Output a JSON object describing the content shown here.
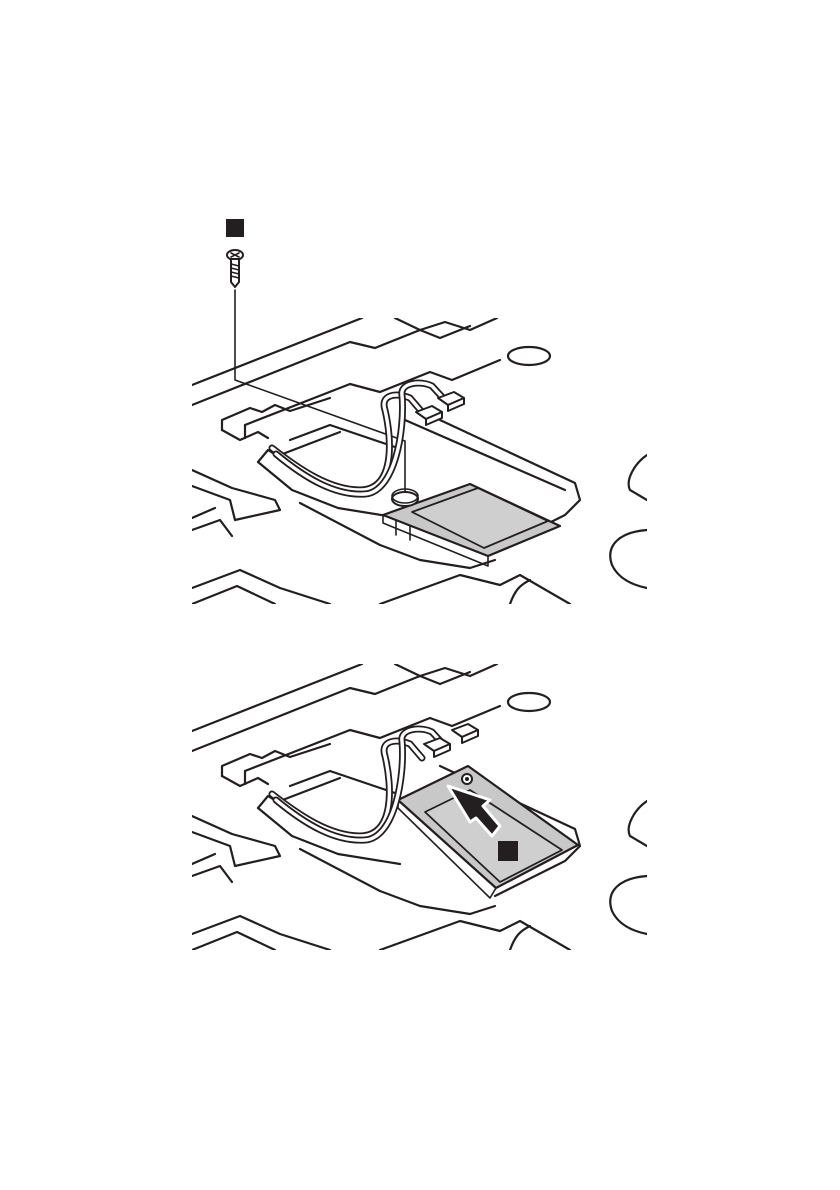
{
  "diagram": {
    "step_markers": [
      {
        "id": "step-1",
        "label": "",
        "attached_to": "screw"
      },
      {
        "id": "step-2",
        "label": "",
        "attached_to": "lift-arrow"
      }
    ],
    "colors": {
      "outline": "#231f20",
      "card_fill": "#c8c8c8",
      "marker": "#231f20",
      "background": "#ffffff"
    },
    "panels": [
      {
        "id": "remove-screw",
        "parts": [
          "screw-icon",
          "wlan-card",
          "antenna-cables",
          "screw-post"
        ]
      },
      {
        "id": "remove-card",
        "parts": [
          "wlan-card-tilted",
          "lift-arrow-icon",
          "antenna-cables"
        ]
      }
    ]
  }
}
